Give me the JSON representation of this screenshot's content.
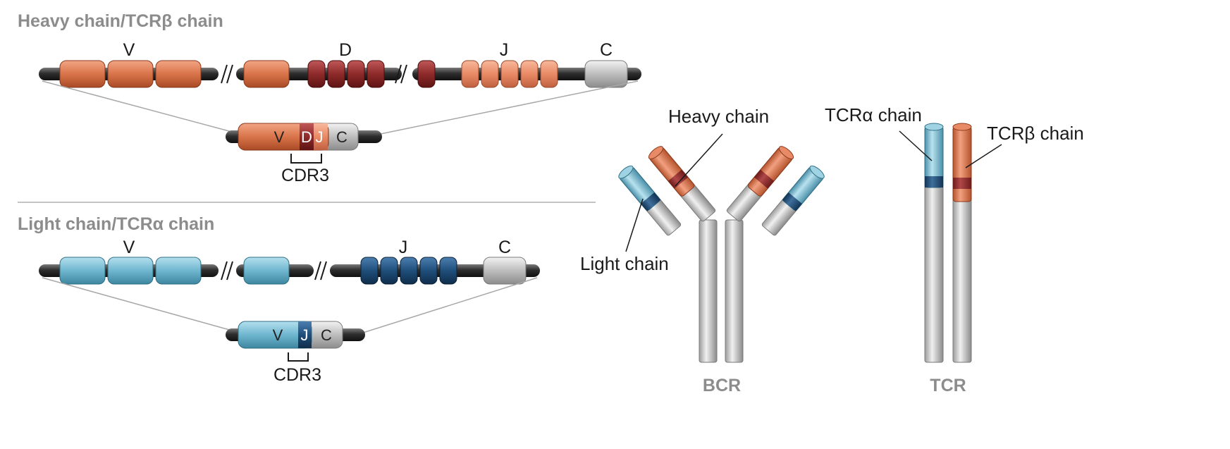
{
  "heavy_section": {
    "title": "Heavy chain/TCRβ chain",
    "segment_labels": {
      "v": "V",
      "d": "D",
      "j": "J",
      "c": "C"
    },
    "rearranged_labels": {
      "v": "V",
      "d": "D",
      "j": "J",
      "c": "C"
    },
    "cdr3": "CDR3"
  },
  "light_section": {
    "title": "Light chain/TCRα chain",
    "segment_labels": {
      "v": "V",
      "j": "J",
      "c": "C"
    },
    "rearranged_labels": {
      "v": "V",
      "j": "J",
      "c": "C"
    },
    "cdr3": "CDR3"
  },
  "bcr": {
    "name": "BCR",
    "heavy_chain_label": "Heavy chain",
    "light_chain_label": "Light chain"
  },
  "tcr": {
    "name": "TCR",
    "alpha_label": "TCRα chain",
    "beta_label": "TCRβ chain"
  },
  "colors": {
    "heavy_v": "#d9744a",
    "heavy_d": "#8e2a2a",
    "heavy_j": "#e98a66",
    "constant": "#bdbdbd",
    "light_v": "#6fb6cf",
    "light_j": "#1f4e7a",
    "dna_strand": "#3a3a3a"
  }
}
